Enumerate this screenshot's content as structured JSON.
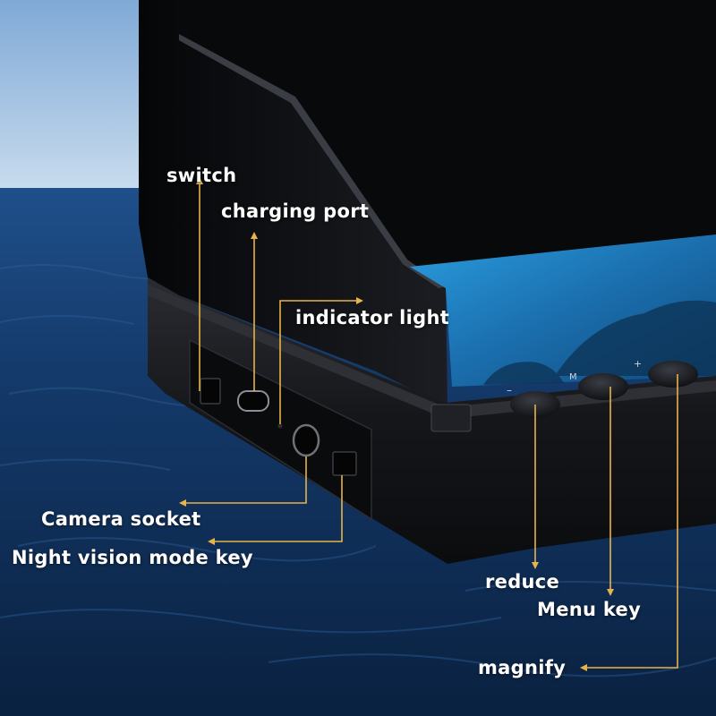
{
  "colors": {
    "callout": "#e7b34a",
    "label_text": "#ffffff",
    "sky": "#a9c9e4",
    "sea": "#133b6e",
    "device_body": "#15161a",
    "screen_water": "#1d7fc0"
  },
  "labels": {
    "switch": "switch",
    "charging_port": "charging port",
    "indicator_light": "indicator light",
    "camera_socket": "Camera socket",
    "night_vision_key": "Night vision mode key",
    "reduce": "reduce",
    "menu_key": "Menu key",
    "magnify": "magnify"
  },
  "button_glyphs": {
    "reduce": "–",
    "menu": "M",
    "magnify": "+"
  }
}
